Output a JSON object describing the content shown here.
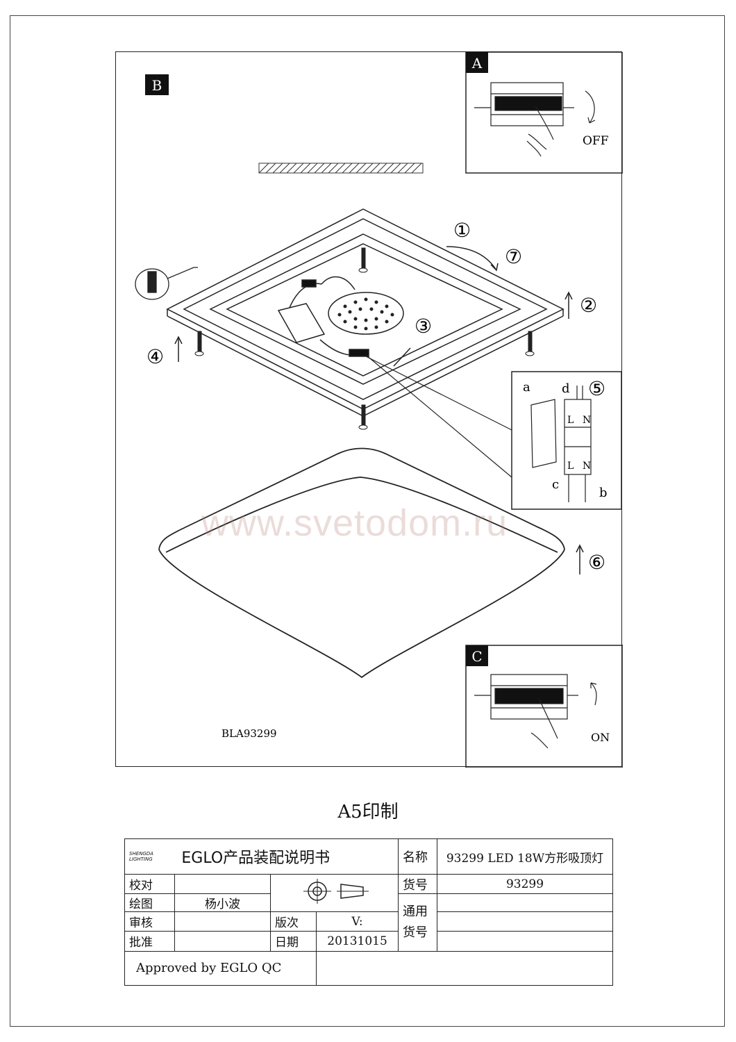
{
  "panels": {
    "b": "B",
    "a": {
      "letter": "A",
      "switch_label": "OFF"
    },
    "c": {
      "letter": "C",
      "switch_label": "ON"
    }
  },
  "steps": [
    "①",
    "②",
    "③",
    "④",
    "⑤",
    "⑥",
    "⑦"
  ],
  "wiring": {
    "a": "a",
    "b": "b",
    "c": "c",
    "d": "d",
    "L": "L",
    "N": "N"
  },
  "model_code": "BLA93299",
  "watermark": "www.svetodom.ru",
  "print_note": "A5印制",
  "title_block": {
    "brand_sub": "SHENGDA LIGHTING",
    "doc_title": "EGLO产品装配说明书",
    "name_label": "名称",
    "name_value": "93299 LED 18W方形吸顶灯",
    "check_label": "校对",
    "check_value": "",
    "drawn_label": "绘图",
    "drawn_value": "杨小波",
    "review_label": "审核",
    "review_value": "",
    "approve_label": "批准",
    "approve_value": "",
    "item_no_label": "货号",
    "item_no_value": "93299",
    "general_label": "通用货号",
    "version_label": "版次",
    "version_value": "V:",
    "date_label": "日期",
    "date_value": "20131015",
    "approved_by": "Approved by EGLO QC"
  }
}
